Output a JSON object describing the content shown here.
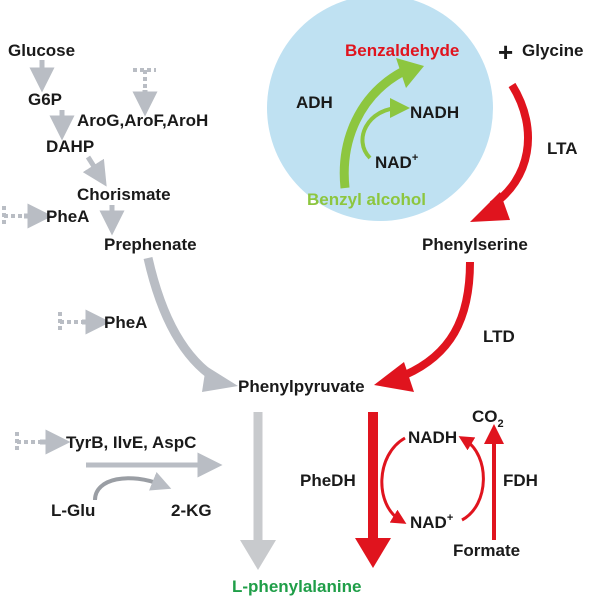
{
  "colors": {
    "red": "#e0141e",
    "gray": "#b9bdc4",
    "gray_dark": "#9a9ea4",
    "green_light": "#8dc63f",
    "green_product": "#1f9e48",
    "circle_fill": "#bfe1f2",
    "text": "#1a1a1a"
  },
  "left_pathway": {
    "glucose": "Glucose",
    "g6p": "G6P",
    "aro_enzymes": "AroG,AroF,AroH",
    "dahp": "DAHP",
    "chorismate": "Chorismate",
    "phea_1": "PheA",
    "prephenate": "Prephenate",
    "phea_2": "PheA",
    "transaminases": "TyrB, IlvE, AspC",
    "l_glu": "L-Glu",
    "two_kg": "2-KG"
  },
  "right_pathway": {
    "benzaldehyde": "Benzaldehyde",
    "plus": "+",
    "glycine": "Glycine",
    "adh": "ADH",
    "nadh_top": "NADH",
    "nad_top": "NAD",
    "nad_top_charge": "+",
    "benzyl_alcohol": "Benzyl alcohol",
    "lta": "LTA",
    "phenylserine": "Phenylserine",
    "ltd": "LTD"
  },
  "bottom": {
    "phenylpyruvate": "Phenylpyruvate",
    "phedh": "PheDH",
    "nadh": "NADH",
    "nad": "NAD",
    "nad_charge": "+",
    "co2": "CO",
    "co2_sub": "2",
    "fdh": "FDH",
    "formate": "Formate",
    "product": "L-phenylalanine"
  }
}
